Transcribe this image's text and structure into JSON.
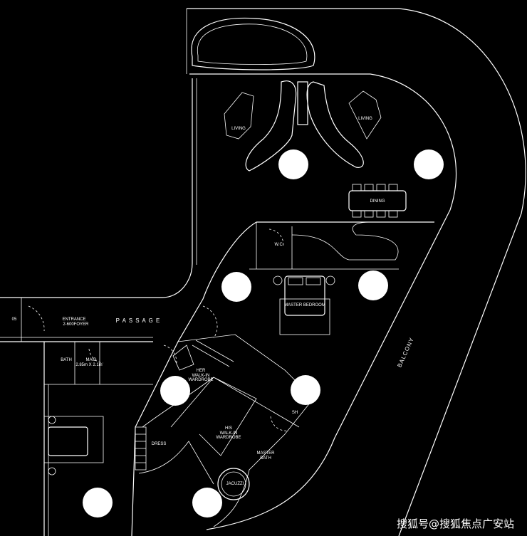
{
  "rooms": {
    "living_left": "LIVING",
    "living_right": "LIVING",
    "dining": "DINING",
    "wc": "W.C.",
    "master_bedroom": "MASTER BEDROOM",
    "balcony": "BALCONY",
    "entrance": "ENTRANCE",
    "foyer_tag": "2-600",
    "foyer": "FOYER",
    "door_tag": "05",
    "passage": "P A S S A G E",
    "bath": "BATH",
    "maid": "MAID",
    "maid_size": "2.85m X 2.1m",
    "her_wardrobe": [
      "HER",
      "WALK-IN",
      "WARDROBE"
    ],
    "his_wardrobe": [
      "HIS",
      "WALK-IN",
      "WARDROBE"
    ],
    "dress": "DRESS",
    "master_bath": [
      "MASTER",
      "BATH"
    ],
    "jacuzzi": "JACUZZI",
    "shower": "SH"
  },
  "watermark": "搜狐号@搜狐焦点广安站",
  "colors": {
    "background": "#000000",
    "lines": "#ffffff"
  }
}
